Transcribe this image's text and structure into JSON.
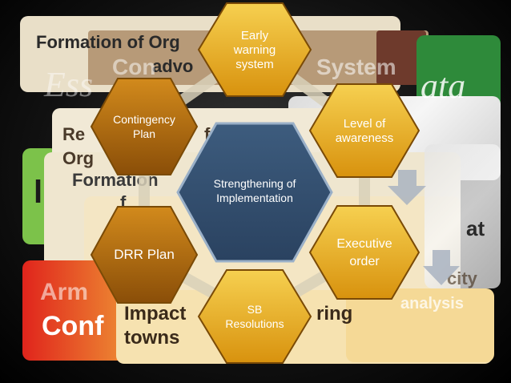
{
  "colors": {
    "hex_fill_dark": "#b8720c",
    "hex_fill_light": "#f2c43a",
    "hex_stroke": "#7a4a06",
    "center_fill": "#34506e",
    "center_stroke": "#9ab0c8",
    "ring_color": "#d8d0b8"
  },
  "background": {
    "formation_of_org": "Formation of Org",
    "advo": "advo",
    "con": "Con",
    "system_fragment": "System",
    "ess": "Ess",
    "data_fragment": "ata",
    "re": "Re",
    "of": "f",
    "org": "Org",
    "formation": "Formation",
    "f_small": "f",
    "ll": "l",
    "arm": "Arm",
    "conf": "Conf",
    "impact": "Impact",
    "towns": "towns",
    "ring": "ring",
    "at_fragment": "at",
    "city": "city",
    "analysis": "analysis"
  },
  "diagram": {
    "center": "Strengthening of Implementation",
    "nodes": [
      {
        "id": "early-warning-system",
        "label": "Early warning system"
      },
      {
        "id": "level-of-awareness",
        "label": "Level of awareness"
      },
      {
        "id": "executive-order",
        "label": "Executive order"
      },
      {
        "id": "sb-resolutions",
        "label": "SB Resolutions"
      },
      {
        "id": "drr-plan",
        "label": "DRR Plan"
      },
      {
        "id": "contingency-plan",
        "label": "Contingency Plan"
      }
    ]
  }
}
